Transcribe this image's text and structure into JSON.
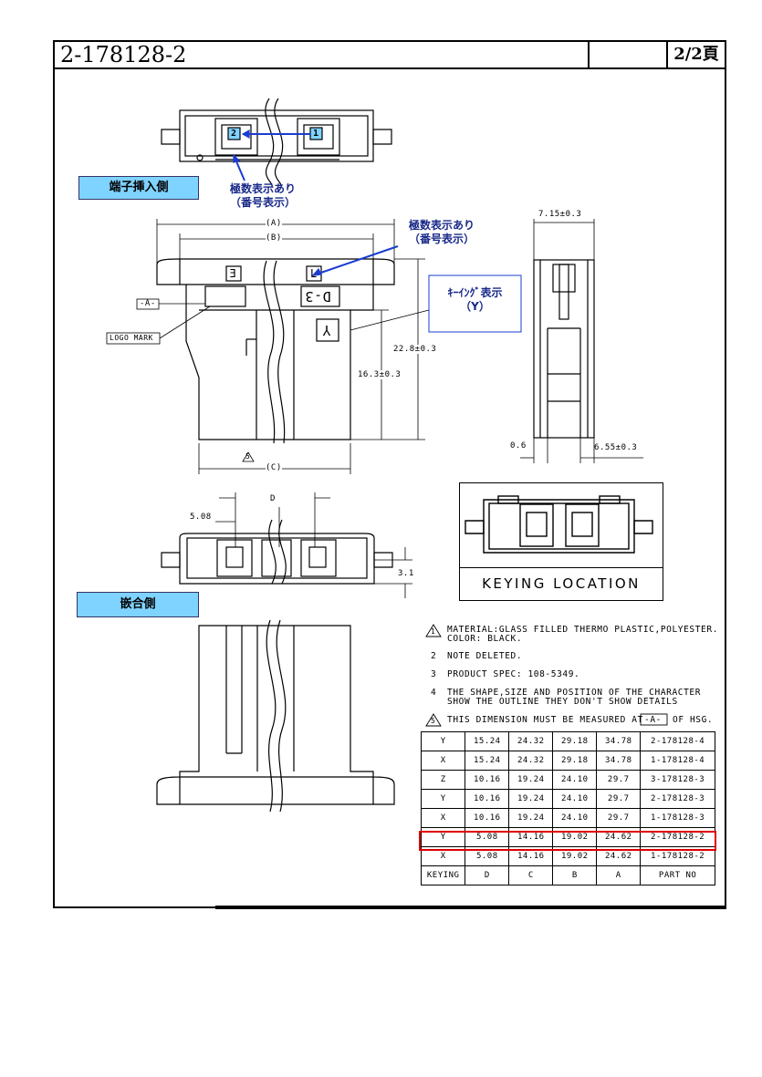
{
  "title_block": {
    "part_number": "2-178128-2",
    "page": "2/2頁"
  },
  "labels": {
    "insertion_side": "端子挿入側",
    "mating_side": "嵌合側",
    "pole_display_1_line1": "極数表示あり",
    "pole_display_1_line2": "（番号表示）",
    "pole_display_2_line1": "極数表示あり",
    "pole_display_2_line2": "（番号表示）",
    "keying_display_line1": "ｷｰｲﾝｸﾞ表示",
    "keying_display_line2": "（Y）",
    "logo_mark": "LOGO MARK",
    "datum_a": "-A-",
    "keying_location": "KEYING LOCATION",
    "pole_1": "1",
    "pole_2": "2",
    "keying_char": "Y",
    "face_marks": [
      "E",
      "D-3",
      "L"
    ]
  },
  "dimensions": {
    "a": "(A)",
    "b": "(B)",
    "c": "(C)",
    "d": "D",
    "h_total": "22.8±0.3",
    "h_body": "16.3±0.3",
    "width_top": "7.15±0.3",
    "w_bottom": "6.55±0.3",
    "w_small": "0.6",
    "pitch": "5.08",
    "height_small": "3.1",
    "note5_marker": "5"
  },
  "notes": [
    {
      "num": "1",
      "text": "MATERIAL:GLASS FILLED THERMO PLASTIC,POLYESTER.\nCOLOR: BLACK.",
      "triangle": true
    },
    {
      "num": "2",
      "text": "NOTE DELETED.",
      "triangle": false
    },
    {
      "num": "3",
      "text": "PRODUCT SPEC: 108-5349.",
      "triangle": false
    },
    {
      "num": "4",
      "text": "THE SHAPE,SIZE AND POSITION OF THE CHARACTER\nSHOW THE OUTLINE THEY DON'T SHOW DETAILS",
      "triangle": false
    },
    {
      "num": "5",
      "text": "THIS DIMENSION MUST BE MEASURED AT",
      "triangle": true,
      "ref": "-A-",
      "tail": "OF HSG."
    }
  ],
  "table": {
    "rows": [
      [
        "Y",
        "15.24",
        "24.32",
        "29.18",
        "34.78",
        "2-178128-4"
      ],
      [
        "X",
        "15.24",
        "24.32",
        "29.18",
        "34.78",
        "1-178128-4"
      ],
      [
        "Z",
        "10.16",
        "19.24",
        "24.10",
        "29.7",
        "3-178128-3"
      ],
      [
        "Y",
        "10.16",
        "19.24",
        "24.10",
        "29.7",
        "2-178128-3"
      ],
      [
        "X",
        "10.16",
        "19.24",
        "24.10",
        "29.7",
        "1-178128-3"
      ],
      [
        "Y",
        "5.08",
        "14.16",
        "19.02",
        "24.62",
        "2-178128-2"
      ],
      [
        "X",
        "5.08",
        "14.16",
        "19.02",
        "24.62",
        "1-178128-2"
      ]
    ],
    "header": [
      "KEYING",
      "D",
      "C",
      "B",
      "A",
      "PART NO"
    ],
    "highlight_row": 5,
    "highlight_color": "#e00000"
  },
  "colors": {
    "label_fill": "#7fd3ff",
    "annotation_text": "#1a2a8a",
    "annotation_arrow": "#1a3cd0"
  }
}
